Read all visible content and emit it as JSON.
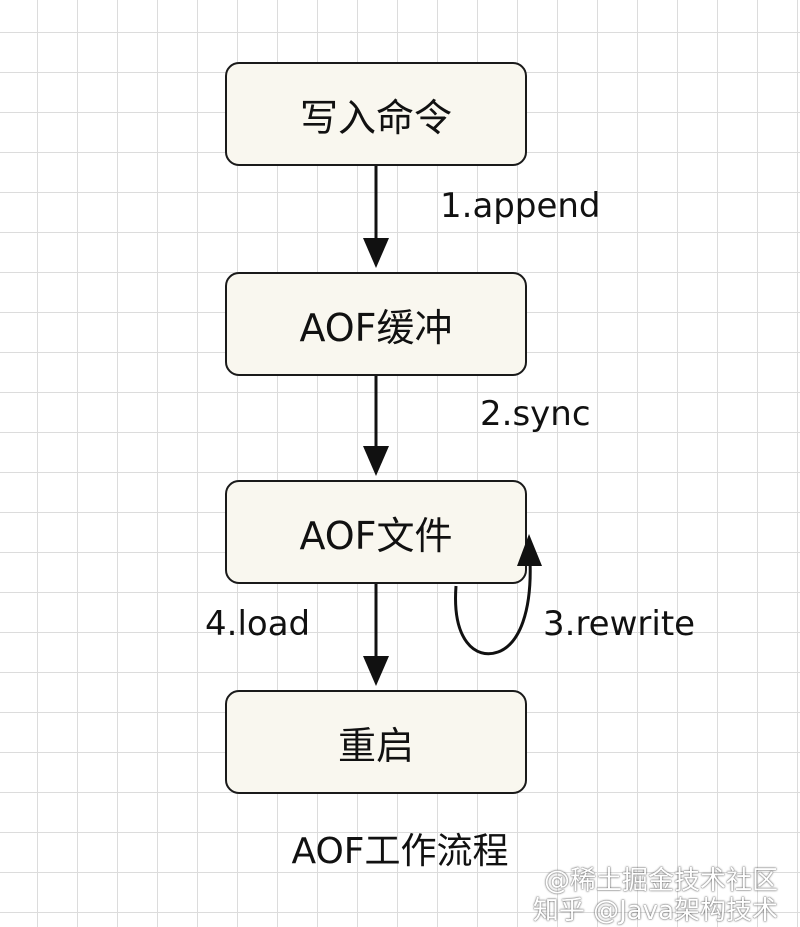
{
  "nodes": {
    "write_command": "写入命令",
    "aof_buffer": "AOF缓冲",
    "aof_file": "AOF文件",
    "restart": "重启"
  },
  "edges": {
    "append": "1.append",
    "sync": "2.sync",
    "rewrite": "3.rewrite",
    "load": "4.load"
  },
  "caption": "AOF工作流程",
  "watermark": {
    "line1": "@稀土掘金技术社区",
    "line2": "知乎 @Java架构技术"
  }
}
